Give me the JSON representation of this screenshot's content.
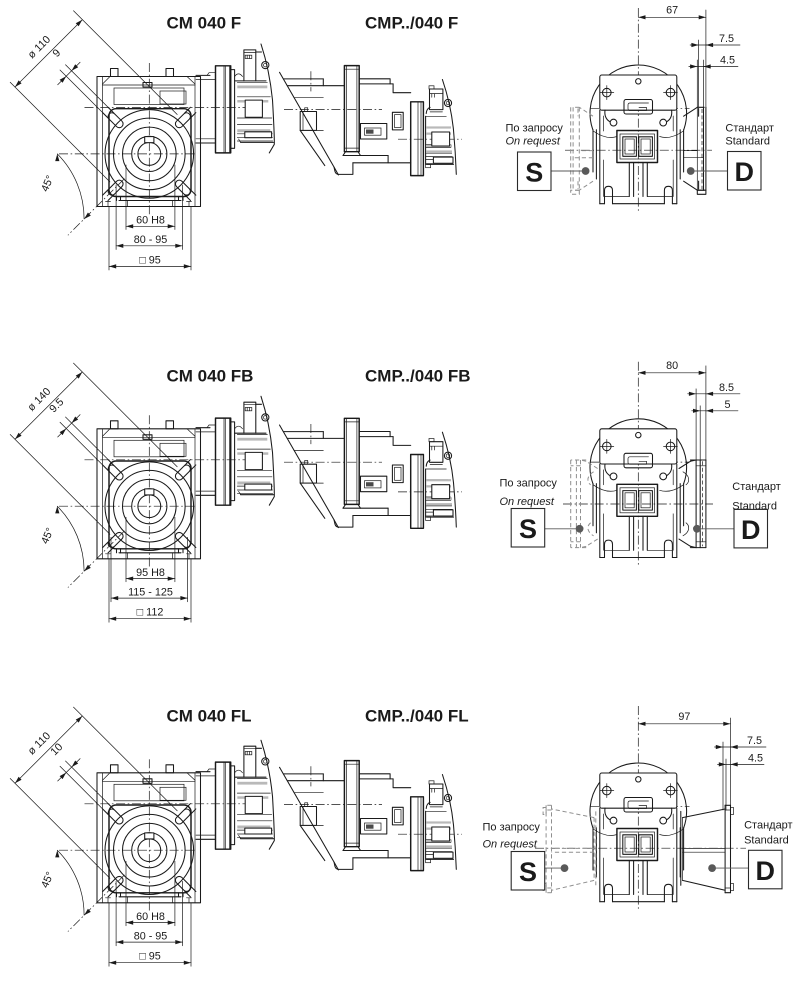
{
  "figure": {
    "rows": [
      {
        "variant": "F",
        "cm_title": "CM 040 F",
        "cmp_title": "CMP../040 F",
        "front_dims": {
          "bolt_circle": "ø 110",
          "slot_width": "9",
          "slot_angle": "45°",
          "bore": "60 H8",
          "flange_range": "80 - 95",
          "square_size": "□ 95"
        },
        "flange_dims": {
          "offset": "67",
          "thickness": "7.5",
          "pilot": "4.5"
        },
        "option_request": {
          "ru": "По запросу",
          "en": "On request",
          "code": "S"
        },
        "option_standard": {
          "ru": "Стандарт",
          "en": "Standard",
          "code": "D"
        }
      },
      {
        "variant": "FB",
        "cm_title": "CM 040 FB",
        "cmp_title": "CMP../040 FB",
        "front_dims": {
          "bolt_circle": "ø 140",
          "slot_width": "9.5",
          "slot_angle": "45°",
          "bore": "95 H8",
          "flange_range": "115 - 125",
          "square_size": "□ 112"
        },
        "flange_dims": {
          "offset": "80",
          "thickness": "8.5",
          "pilot": "5"
        },
        "option_request": {
          "ru": "По запросу",
          "en": "On request",
          "code": "S"
        },
        "option_standard": {
          "ru": "Стандарт",
          "en": "Standard",
          "code": "D"
        }
      },
      {
        "variant": "FL",
        "cm_title": "CM 040 FL",
        "cmp_title": "CMP../040 FL",
        "front_dims": {
          "bolt_circle": "ø 110",
          "slot_width": "10",
          "slot_angle": "45°",
          "bore": "60 H8",
          "flange_range": "80 - 95",
          "square_size": "□ 95"
        },
        "flange_dims": {
          "offset": "97",
          "thickness": "7.5",
          "pilot": "4.5"
        },
        "option_request": {
          "ru": "По запросу",
          "en": "On request",
          "code": "S"
        },
        "option_standard": {
          "ru": "Стандарт",
          "en": "Standard",
          "code": "D"
        }
      }
    ]
  },
  "colors": {
    "line": "#1a1a1a",
    "dashed_option": "#8f8f8f",
    "marker_dot": "#595959",
    "background": "#ffffff"
  }
}
